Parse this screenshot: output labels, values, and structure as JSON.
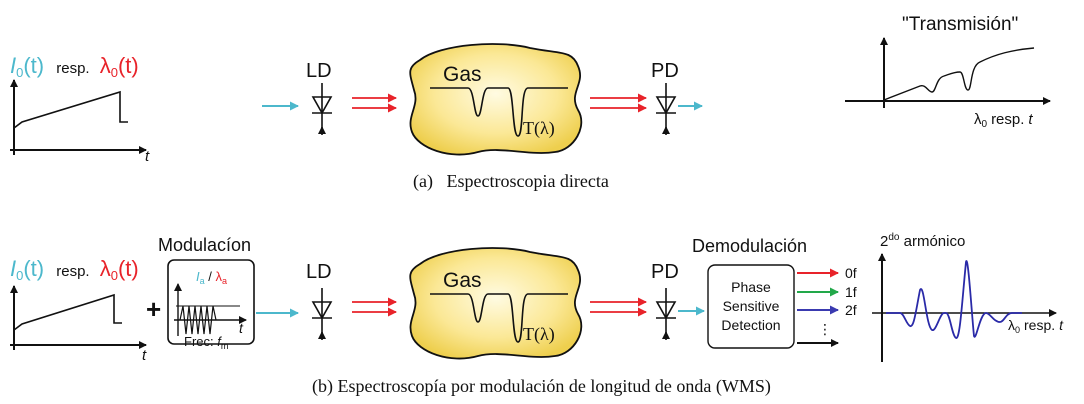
{
  "colors": {
    "cyan": "#4cb8cc",
    "red": "#e8232a",
    "green": "#22a84a",
    "blue": "#3a3ab0",
    "black": "#111111",
    "gas_fill_center": "#fffbe0",
    "gas_fill_edge": "#f2d65c",
    "trace_blue": "#2a2aa8"
  },
  "panel_a": {
    "input_label": {
      "i": "I",
      "i_sub": "0",
      "i_t": "(t)",
      "resp": "resp.",
      "lambda": "λ",
      "lambda_sub": "0",
      "lambda_t": "(t)"
    },
    "t_axis": "t",
    "ld_label": "LD",
    "gas_label": "Gas",
    "t_lambda": "T(λ)",
    "pd_label": "PD",
    "transmission_title": "\"Transmisión\"",
    "x_axis_label": {
      "lambda": "λ",
      "sub": "0",
      "rest": "resp.",
      "t": "t"
    },
    "caption": "(a)   Espectroscopia directa"
  },
  "panel_b": {
    "input_label": {
      "i": "I",
      "i_sub": "0",
      "i_t": "(t)",
      "resp": "resp.",
      "lambda": "λ",
      "lambda_sub": "0",
      "lambda_t": "(t)"
    },
    "t_axis": "t",
    "plus": "+",
    "modulation_title": "Modulacíon",
    "mod_box": {
      "ia": "I",
      "ia_sub": "a",
      "slash": " / ",
      "la": "λ",
      "la_sub": "a",
      "t": "t",
      "freq": "Frec: ",
      "fm": "f",
      "fm_sub": "m"
    },
    "ld_label": "LD",
    "gas_label": "Gas",
    "t_lambda": "T(λ)",
    "pd_label": "PD",
    "demod_title": "Demodulación",
    "demod_box": [
      "Phase",
      "Sensitive",
      "Detection"
    ],
    "harmonic_outputs": [
      "0f",
      "1f",
      "2f"
    ],
    "dots": "⋮",
    "harmonic_title": {
      "num": "2",
      "sup": "do",
      "rest": " armónico"
    },
    "x_axis_label": {
      "lambda": "λ",
      "sub": "0",
      "rest": "resp.",
      "t": "t"
    },
    "caption": "(b) Espectroscopía por modulación de longitud de onda (WMS)"
  }
}
